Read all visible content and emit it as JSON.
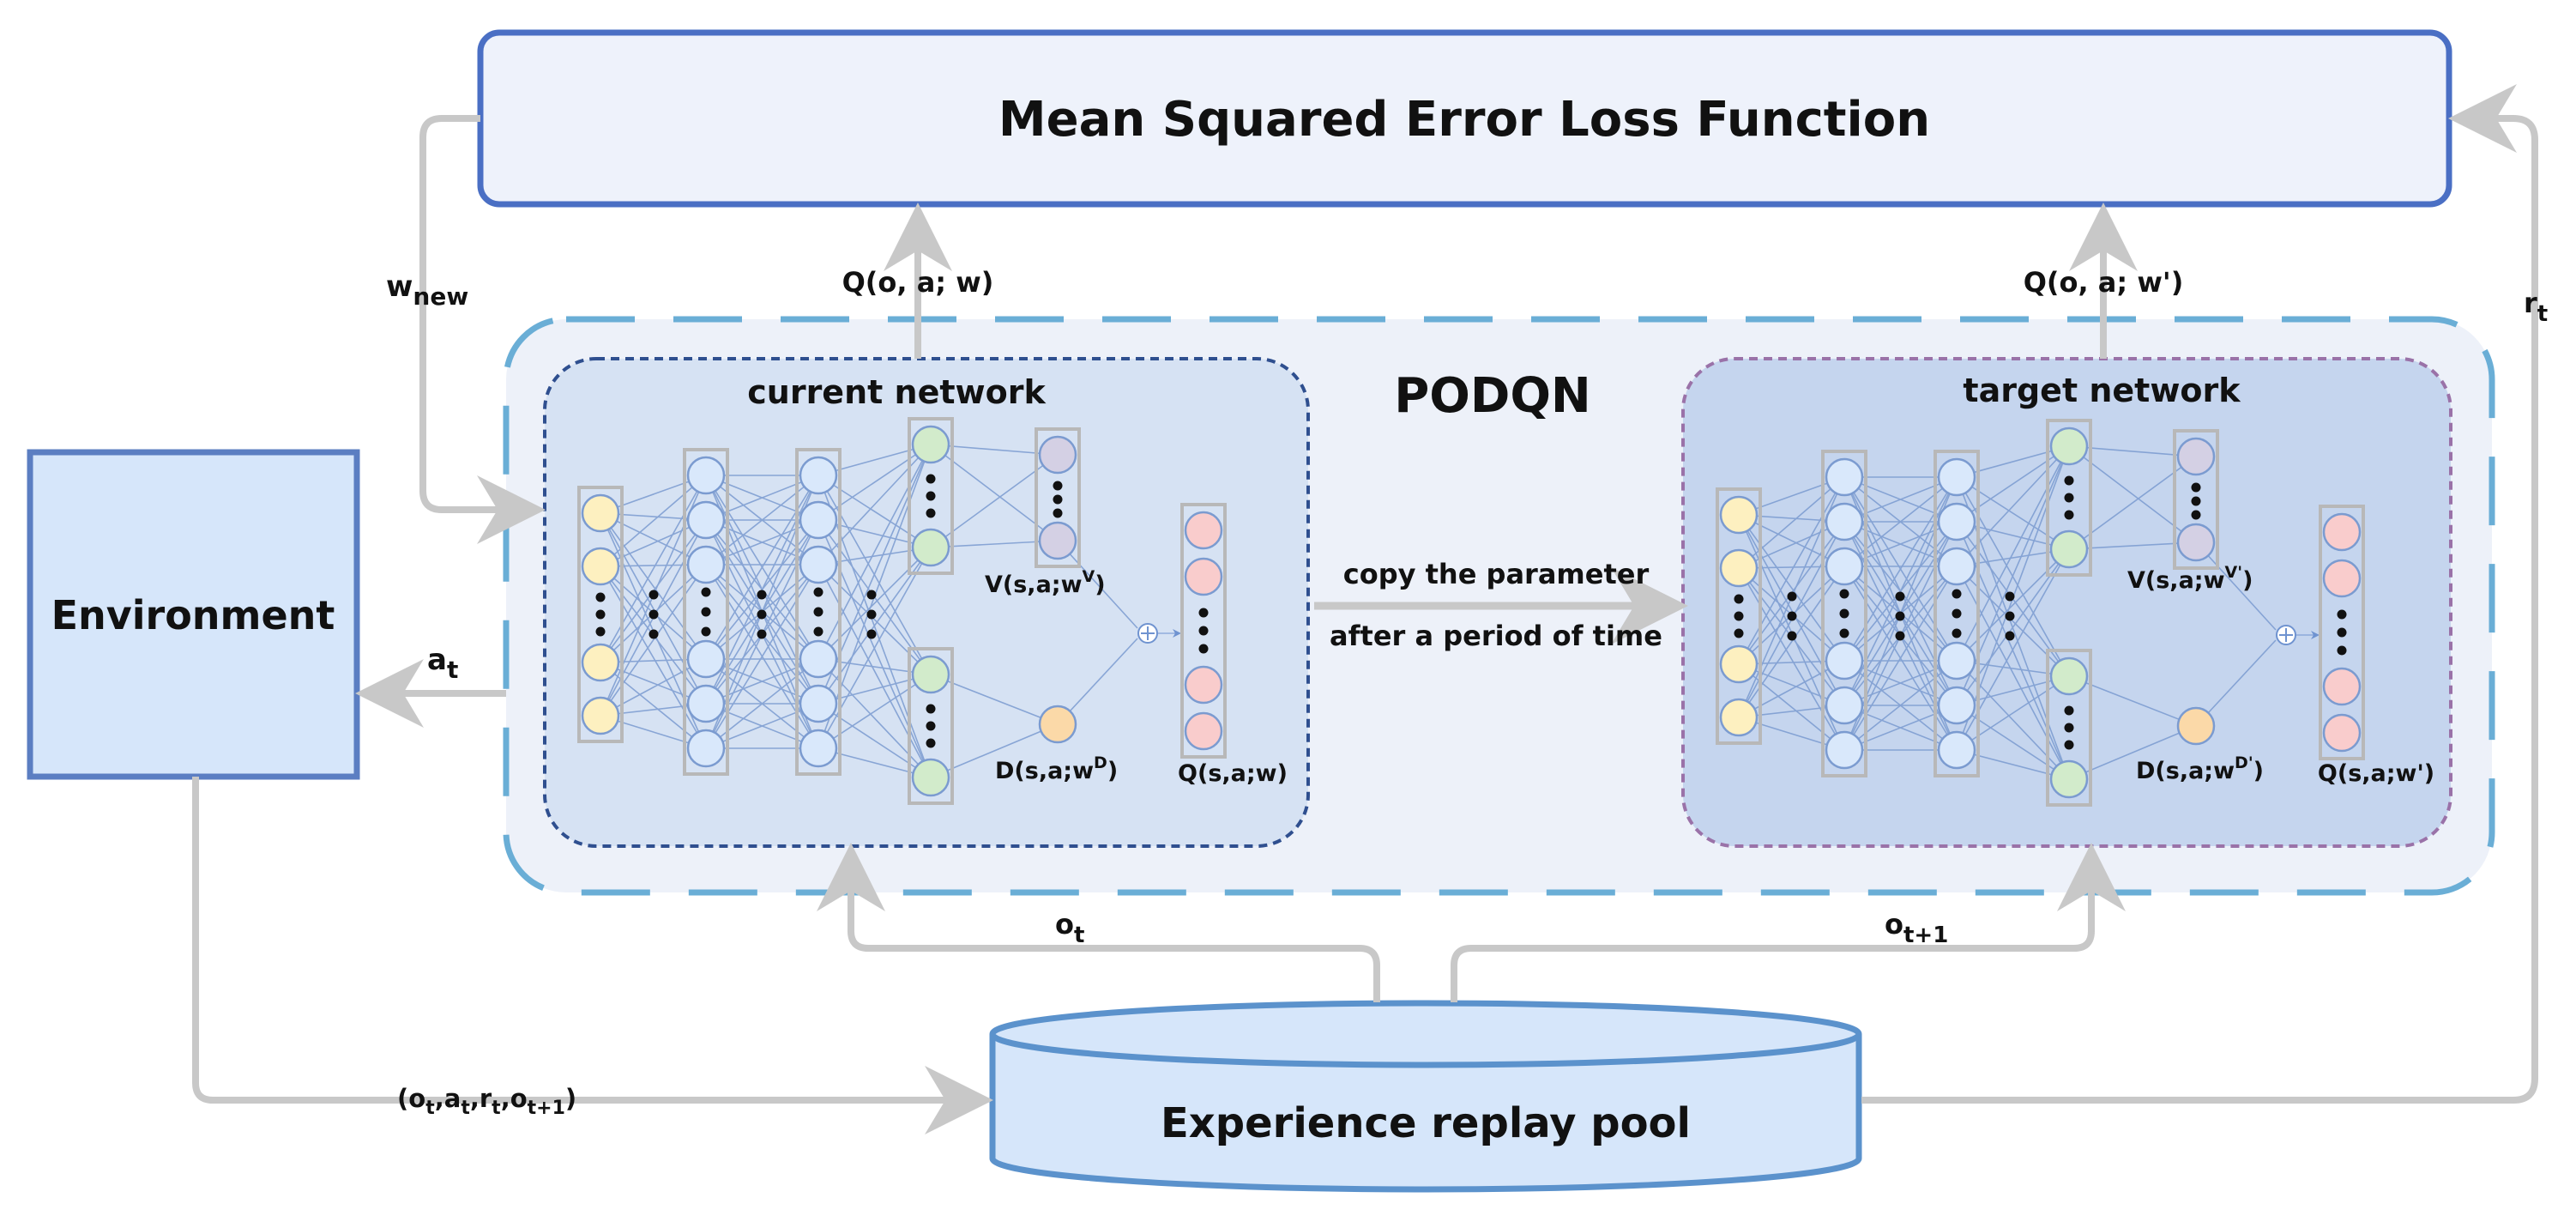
{
  "title": "Mean Squared Error Loss Function",
  "podqn_label": "PODQN",
  "environment_label": "Environment",
  "replay_label": "Experience replay pool",
  "current_network": {
    "title": "current network",
    "v_label": "V(s,a;w",
    "v_sup": "V",
    "d_label": "D(s,a;w",
    "d_sup": "D",
    "q_label": "Q(s,a;w)"
  },
  "target_network": {
    "title": "target network",
    "v_label": "V(s,a;w",
    "v_sup": "V'",
    "d_label": "D(s,a;w",
    "d_sup": "D'",
    "q_label": "Q(s,a;w')"
  },
  "copy_text": {
    "line1": "copy the parameter",
    "line2": "after a period of time"
  },
  "edges": {
    "q_current": "Q(o, a; w)",
    "q_target": "Q(o, a; w')",
    "w_new_base": "w",
    "w_new_sub": "new",
    "r_t_base": "r",
    "r_t_sub": "t",
    "a_t_base": "a",
    "a_t_sub": "t",
    "o_t_base": "o",
    "o_t_sub": "t",
    "o_t1_base": "o",
    "o_t1_sub": "t+1",
    "tuple_open": "(o",
    "tuple_s1": "t",
    "tuple_c1": ",a",
    "tuple_s2": "t",
    "tuple_c2": ",r",
    "tuple_s3": "t",
    "tuple_c3": ",o",
    "tuple_s4": "t+1",
    "tuple_close": ")"
  },
  "colors": {
    "loss_border": "#4a6fc4",
    "loss_fill": "#eef2fb",
    "podqn_border": "#6aaed6",
    "podqn_fill": "#edf1f9",
    "current_fill": "#d6e2f3",
    "current_border": "#2f4f8f",
    "target_fill": "#c5d5ee",
    "target_border": "#9a72a8",
    "env_fill": "#d6e6fa",
    "env_border": "#5b7ec2",
    "arrow": "#c8c8c8",
    "node_input": "#fdf0c0",
    "node_hidden": "#d9e8fb",
    "node_branch": "#d2ebcb",
    "node_value": "#d4d0e4",
    "node_adv": "#fbd9a8",
    "node_output": "#f9cccc"
  }
}
